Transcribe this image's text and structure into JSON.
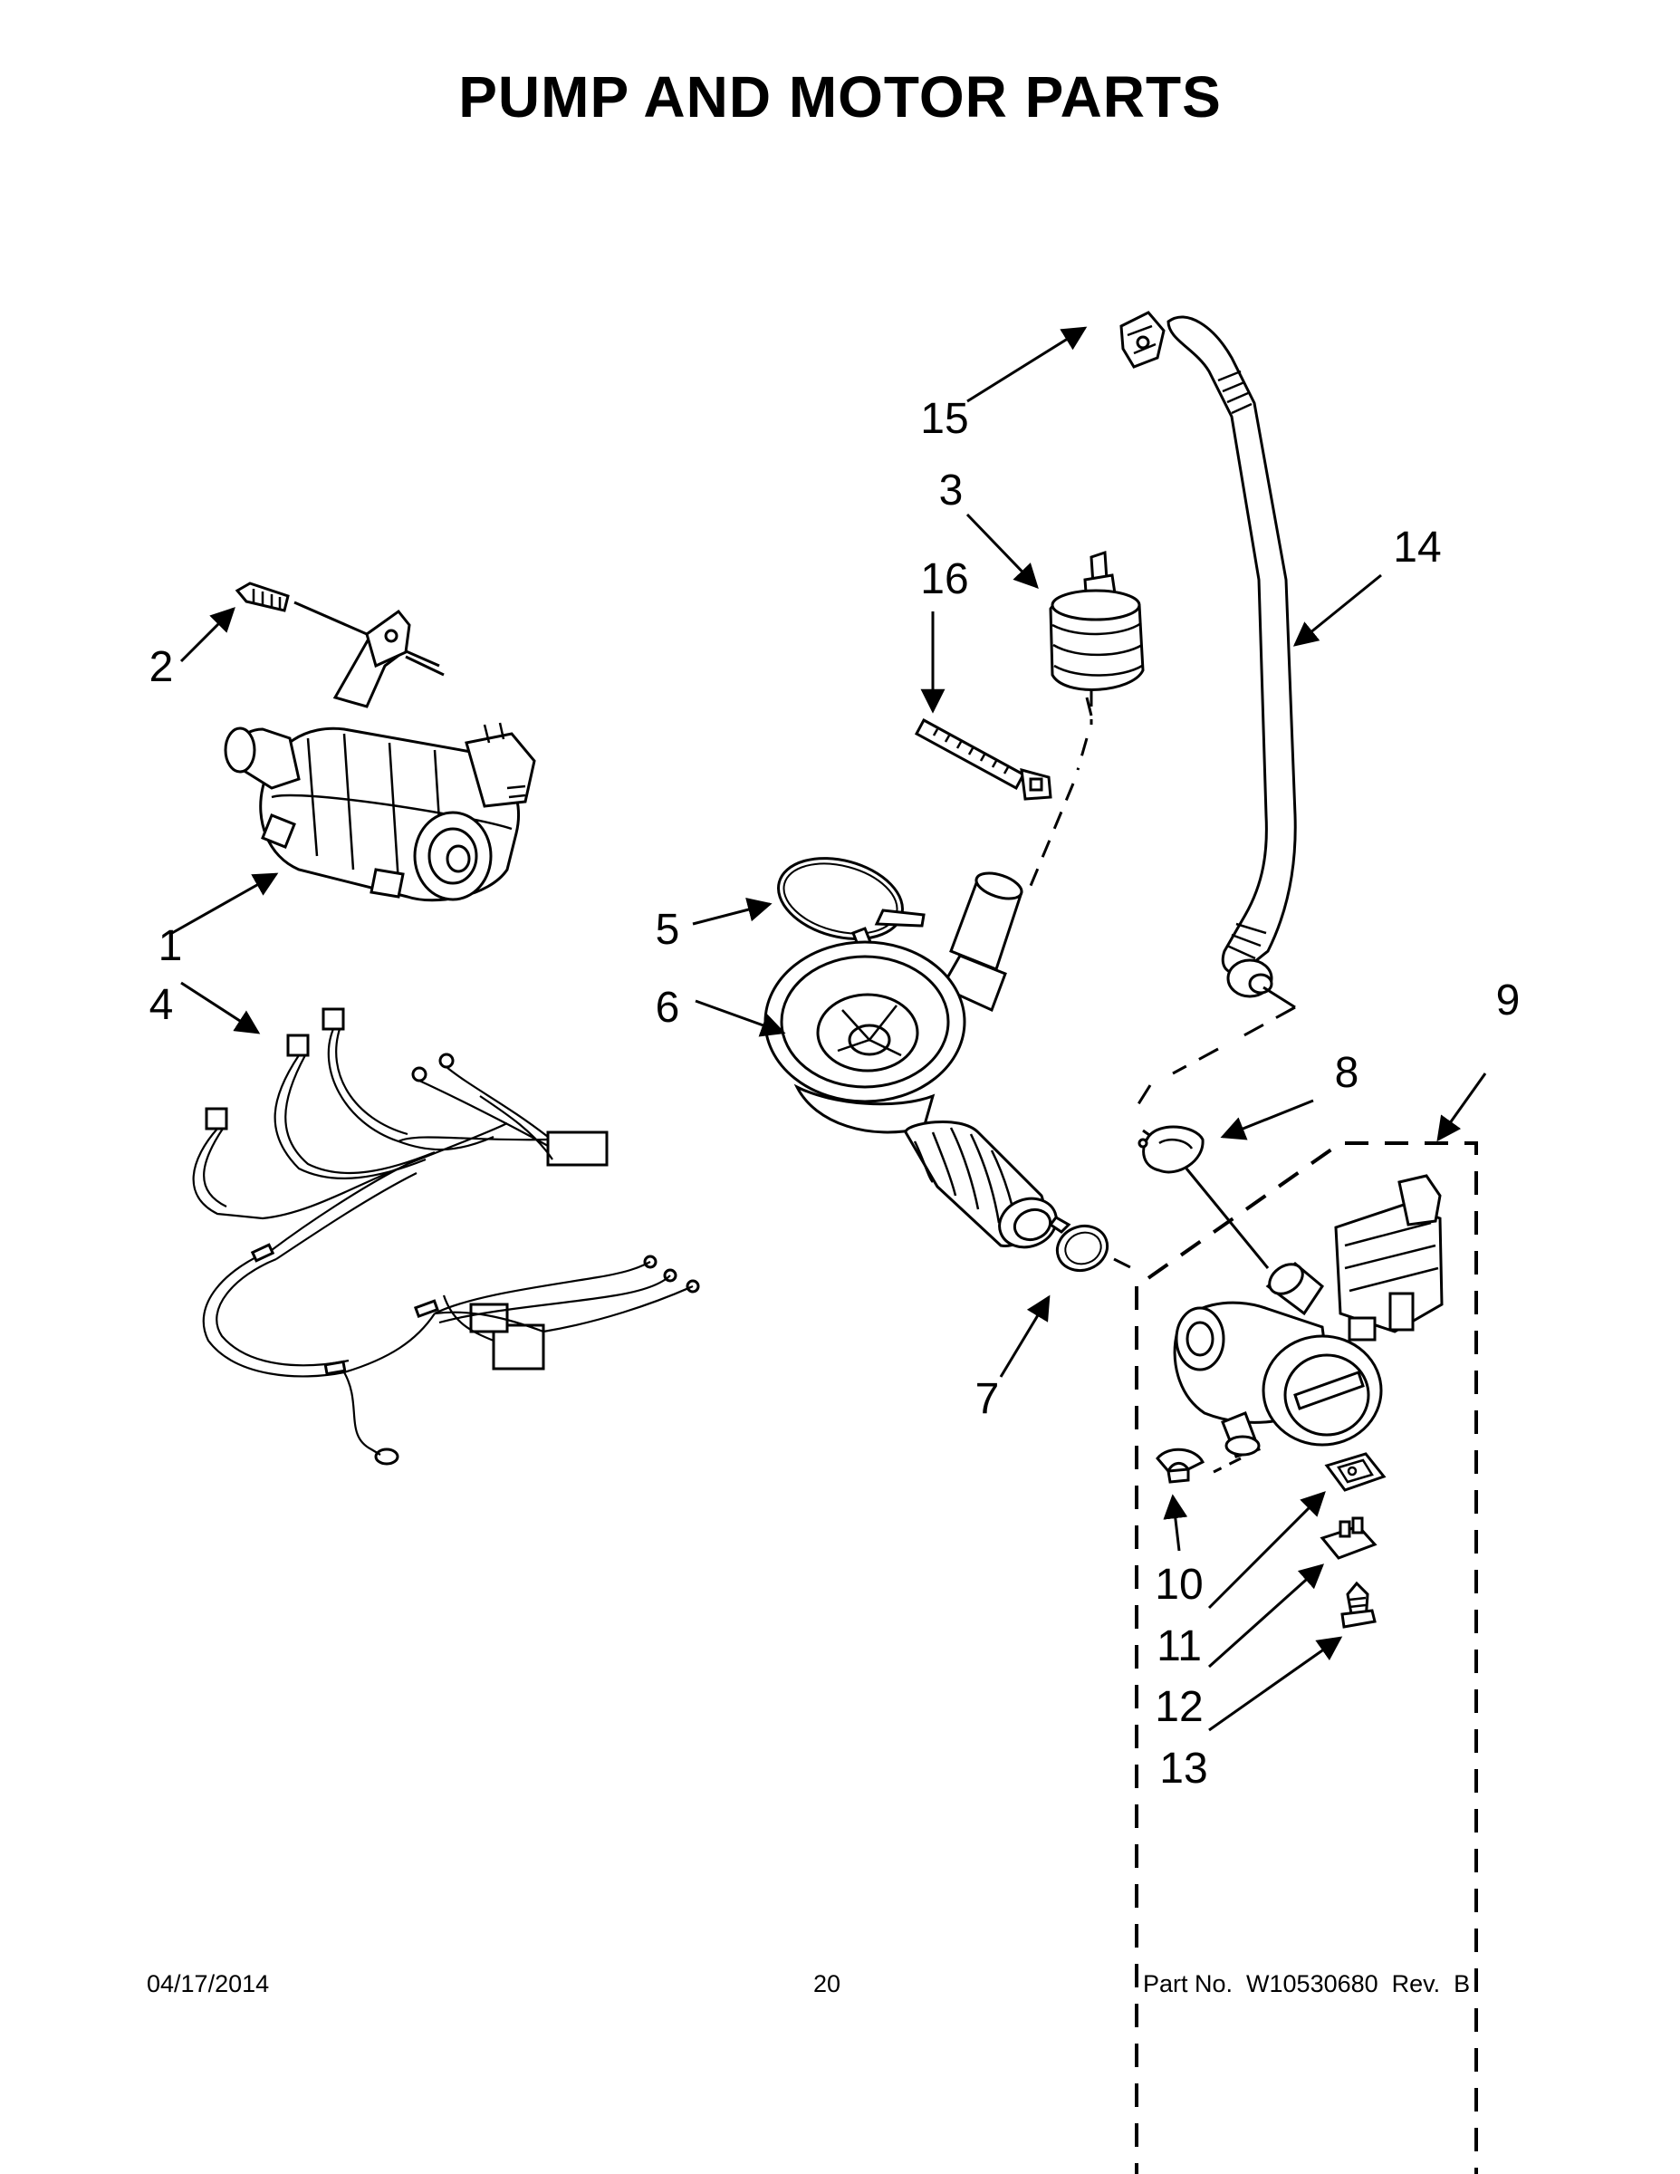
{
  "page": {
    "title": "PUMP AND MOTOR PARTS",
    "footer": {
      "date": "04/17/2014",
      "page_number": "20",
      "part_number": "Part No.  W10530680  Rev.  B"
    }
  },
  "callouts": [
    {
      "id": "1",
      "label": "1",
      "part": "motor"
    },
    {
      "id": "2",
      "label": "2",
      "part": "screw"
    },
    {
      "id": "3",
      "label": "3",
      "part": "valve"
    },
    {
      "id": "4",
      "label": "4",
      "part": "wire-harness"
    },
    {
      "id": "5",
      "label": "5",
      "part": "clamp"
    },
    {
      "id": "6",
      "label": "6",
      "part": "sump"
    },
    {
      "id": "7",
      "label": "7",
      "part": "clamp"
    },
    {
      "id": "8",
      "label": "8",
      "part": "clip"
    },
    {
      "id": "9",
      "label": "9",
      "part": "pump-assembly"
    },
    {
      "id": "10",
      "label": "10",
      "part": "clip"
    },
    {
      "id": "11",
      "label": "11",
      "part": "pad"
    },
    {
      "id": "12",
      "label": "12",
      "part": "bracket"
    },
    {
      "id": "13",
      "label": "13",
      "part": "screw"
    },
    {
      "id": "14",
      "label": "14",
      "part": "hose"
    },
    {
      "id": "15",
      "label": "15",
      "part": "clip"
    },
    {
      "id": "16",
      "label": "16",
      "part": "tie"
    }
  ]
}
